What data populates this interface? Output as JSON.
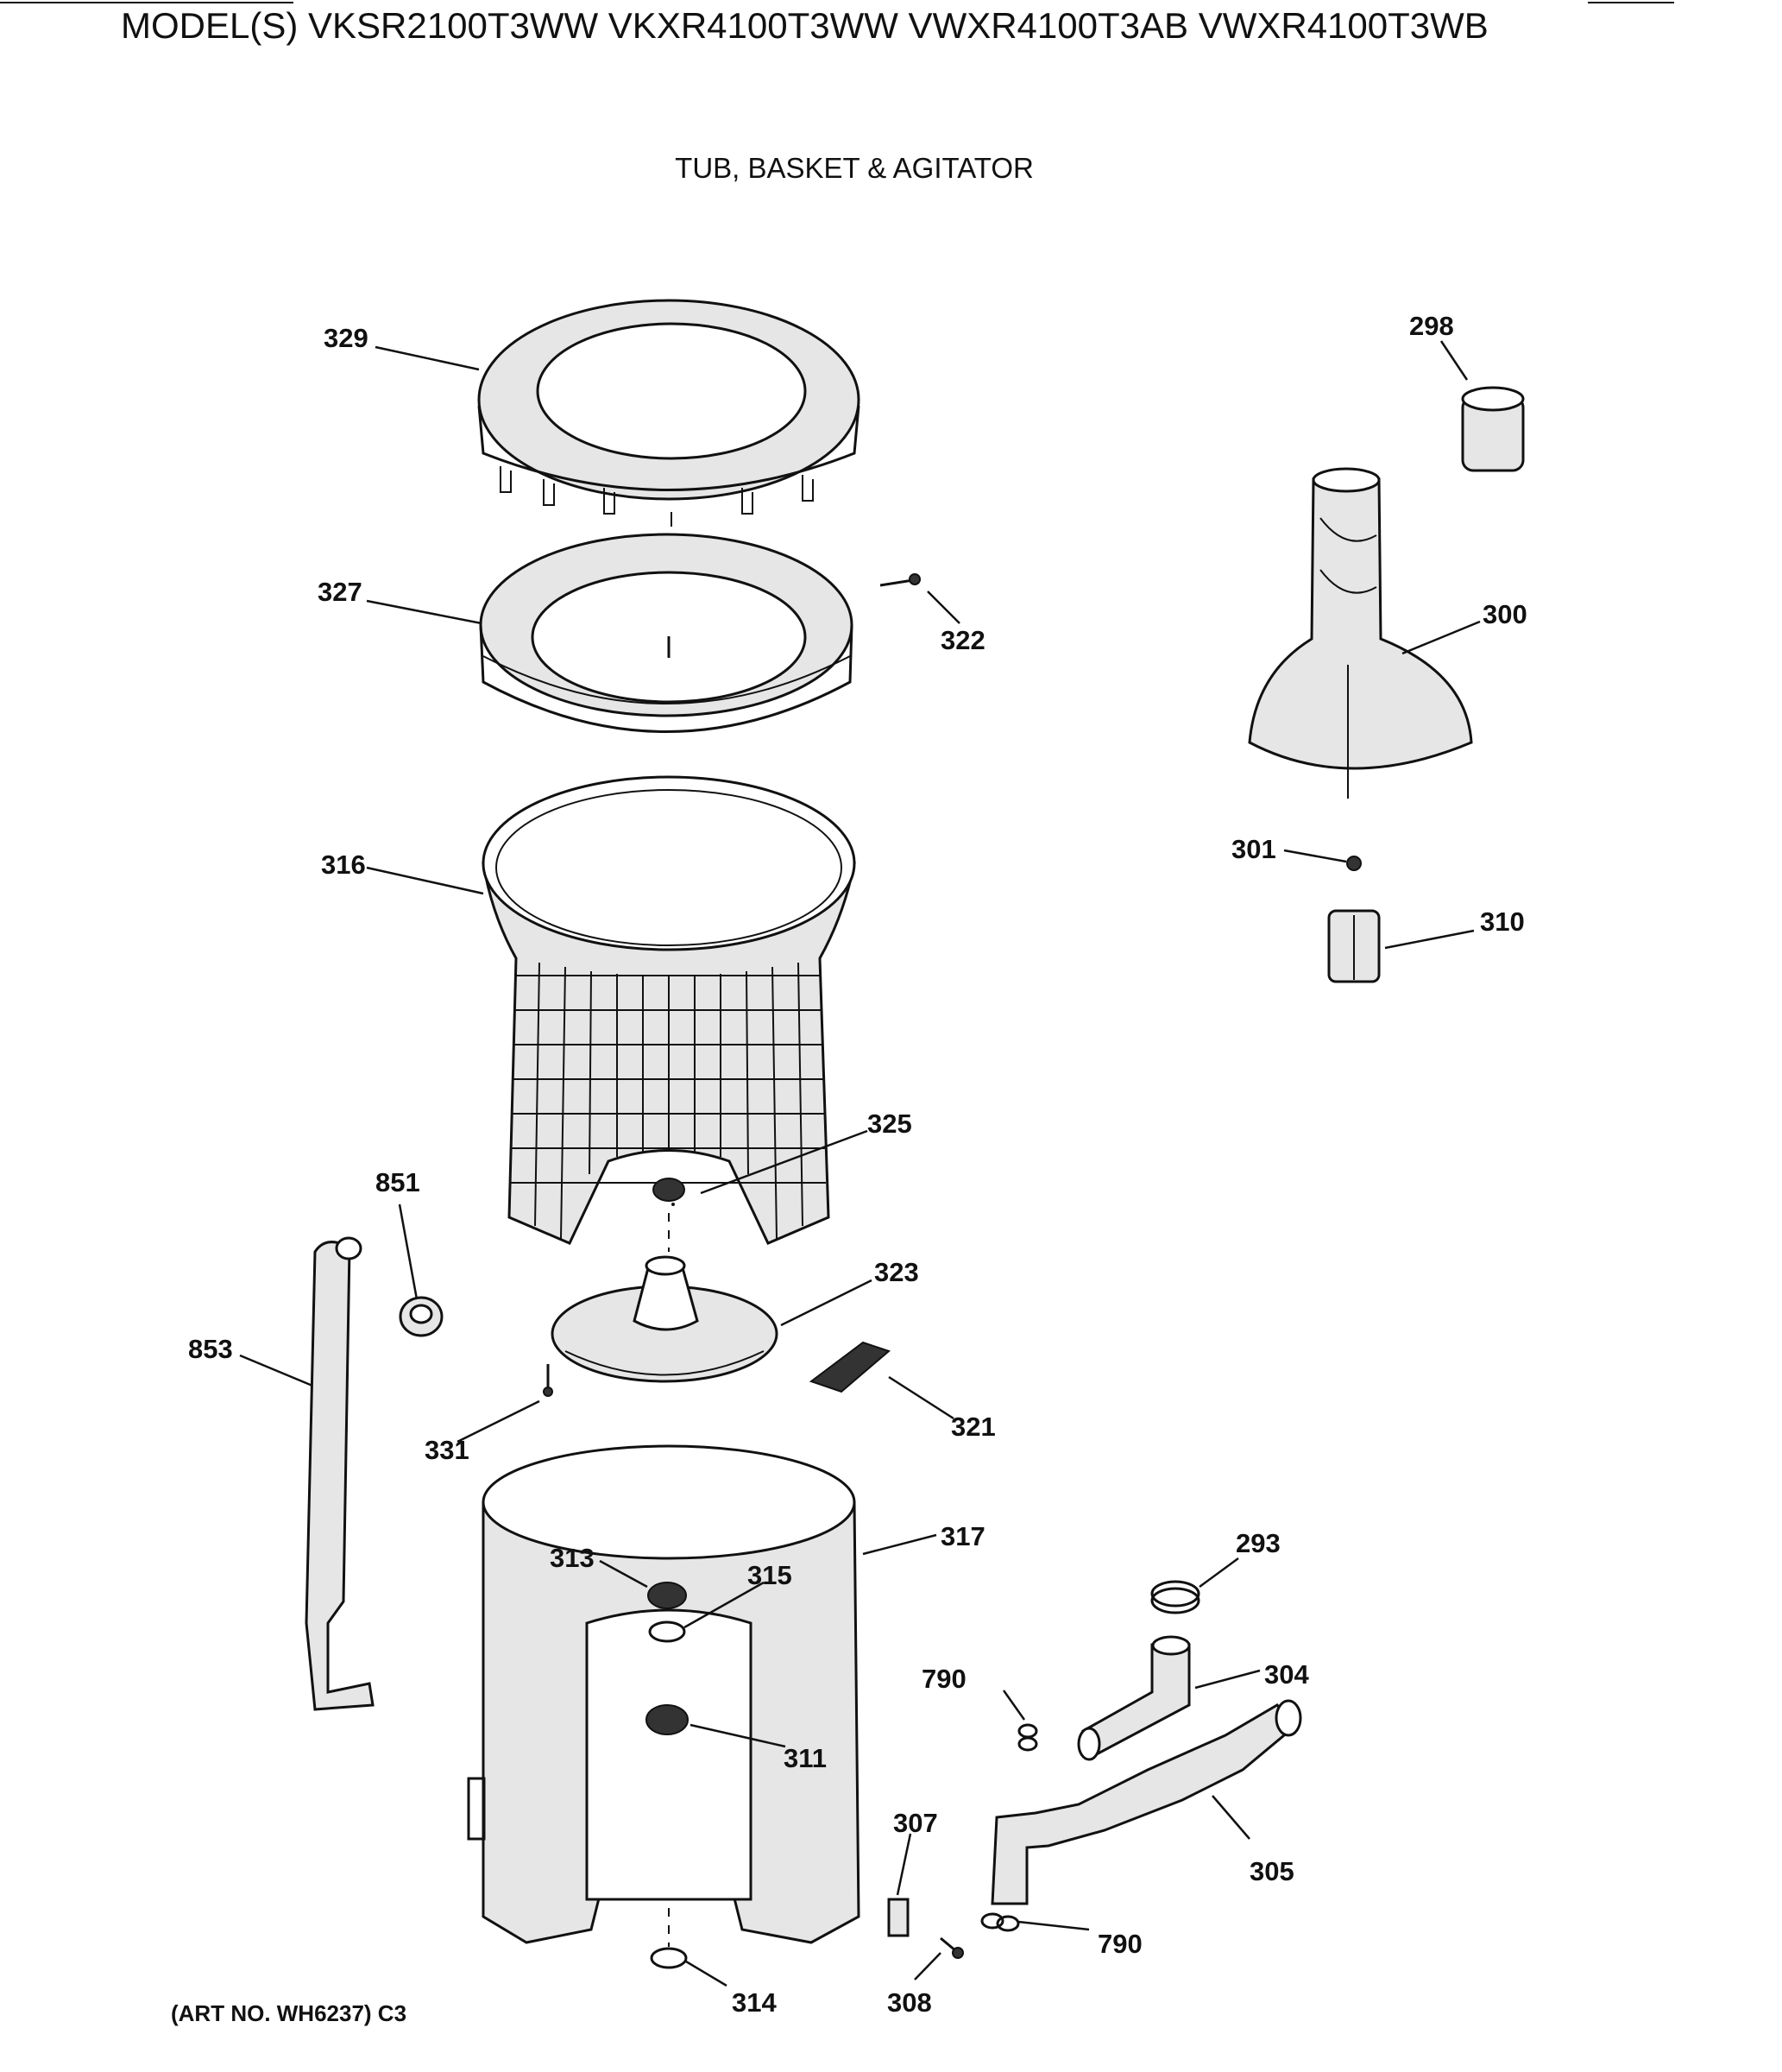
{
  "header": {
    "model_line": "MODEL(S) VKSR2100T3WW  VKXR4100T3WW  VWXR4100T3AB  VWXR4100T3WB"
  },
  "diagram": {
    "title": "TUB, BASKET & AGITATOR",
    "art_number": "(ART NO. WH6237) C3",
    "callouts": {
      "c329": "329",
      "c298": "298",
      "c327": "327",
      "c322": "322",
      "c300": "300",
      "c316": "316",
      "c301": "301",
      "c310": "310",
      "c325": "325",
      "c851": "851",
      "c323": "323",
      "c853": "853",
      "c321": "321",
      "c331": "331",
      "c317": "317",
      "c293": "293",
      "c313": "313",
      "c315": "315",
      "c304": "304",
      "c790a": "790",
      "c311": "311",
      "c307": "307",
      "c305": "305",
      "c790b": "790",
      "c314": "314",
      "c308": "308"
    }
  }
}
